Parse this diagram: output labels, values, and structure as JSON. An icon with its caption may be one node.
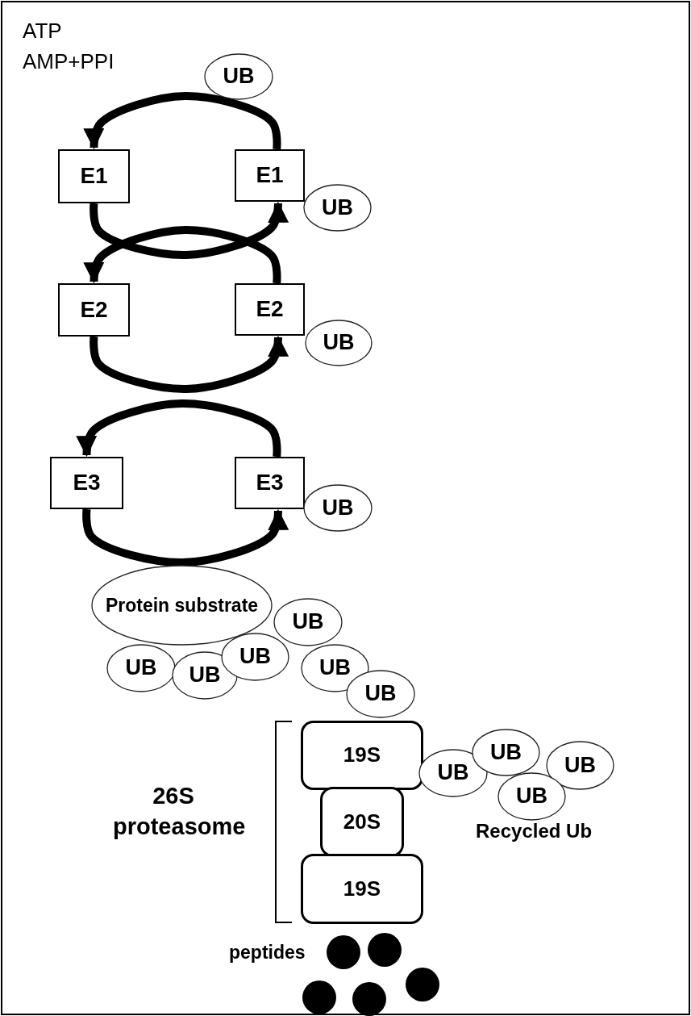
{
  "diagram": {
    "nodes": [
      {
        "text": [
          "E1"
        ]
      },
      {
        "text": [
          "E1"
        ]
      },
      {
        "text": [
          "UB"
        ]
      },
      {
        "text": [
          "UB"
        ]
      },
      {
        "text": [
          "E2"
        ]
      },
      {
        "text": [
          "E2"
        ]
      },
      {
        "text": [
          "UB"
        ]
      },
      {
        "text": [
          "E3"
        ]
      },
      {
        "text": [
          "E3"
        ]
      },
      {
        "text": [
          "UB"
        ]
      },
      {
        "text": [
          "Protein substrate"
        ]
      },
      {
        "text": [
          "UB"
        ]
      },
      {
        "text": [
          "UB"
        ]
      },
      {
        "text": [
          "UB"
        ]
      },
      {
        "text": [
          "UB"
        ]
      },
      {
        "text": [
          "UB"
        ]
      },
      {
        "text": [
          "UB"
        ]
      },
      {
        "text": [
          "19S"
        ]
      },
      {
        "text": [
          "20S"
        ]
      },
      {
        "text": [
          "19S"
        ]
      },
      {
        "text": [
          "UB"
        ]
      },
      {
        "text": [
          "UB"
        ]
      },
      {
        "text": [
          "UB"
        ]
      },
      {
        "text": [
          "UB"
        ]
      }
    ],
    "edges": [
      {
        "from": 1,
        "to": 0,
        "arrow": "to"
      },
      {
        "from": 0,
        "to": 1,
        "arrow": "to"
      },
      {
        "from": 5,
        "to": 4,
        "arrow": "to"
      },
      {
        "from": 4,
        "to": 5,
        "arrow": "to"
      },
      {
        "from": 8,
        "to": 7,
        "arrow": "to"
      },
      {
        "from": 7,
        "to": 8,
        "arrow": "to"
      }
    ],
    "labels": [
      "ATP",
      "AMP+PPI",
      "26S proteasome",
      "Recycled Ub",
      "peptides"
    ]
  }
}
